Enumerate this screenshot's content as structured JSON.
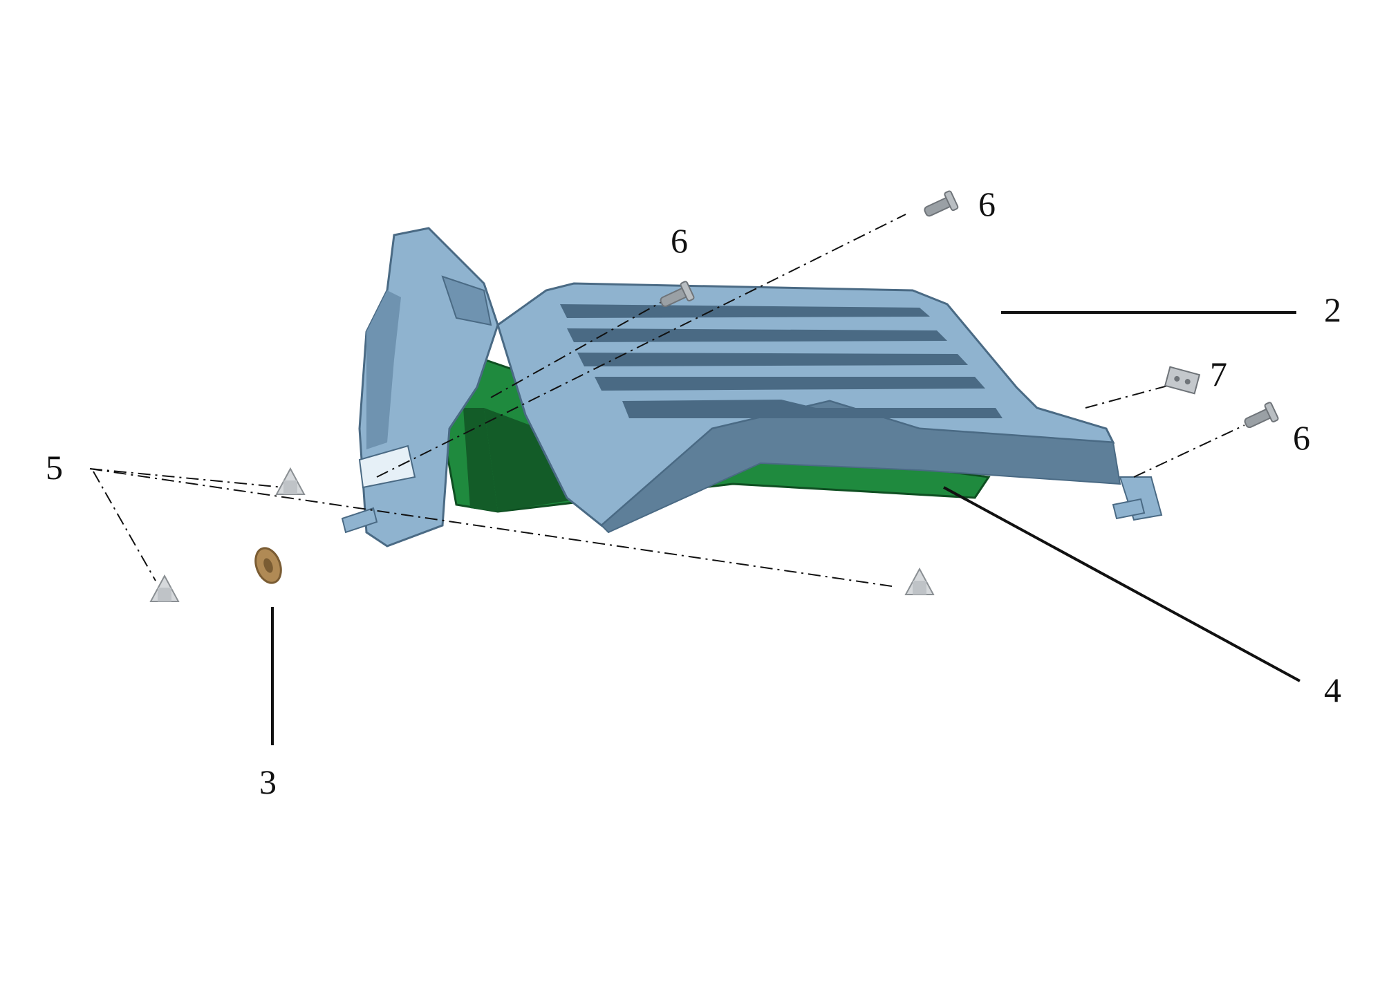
{
  "figure": {
    "callouts": {
      "c2": "2",
      "c3": "3",
      "c4": "4",
      "c5": "5",
      "c6a": "6",
      "c6b": "6",
      "c6c": "6",
      "c7": "7"
    },
    "colors": {
      "tray": "#8fb3cf",
      "tray_shadow": "#5e7f99",
      "tray_dark": "#4a6a84",
      "reservoir": "#1f8a3e",
      "reservoir_dark": "#135c28",
      "fastener": "#b9bec2",
      "washer": "#b08a55",
      "lead_line": "#111111"
    },
    "parts": [
      "tray-icon",
      "reservoir-icon",
      "washer-icon",
      "screw-icon",
      "clip-icon",
      "bracket-icon"
    ]
  }
}
